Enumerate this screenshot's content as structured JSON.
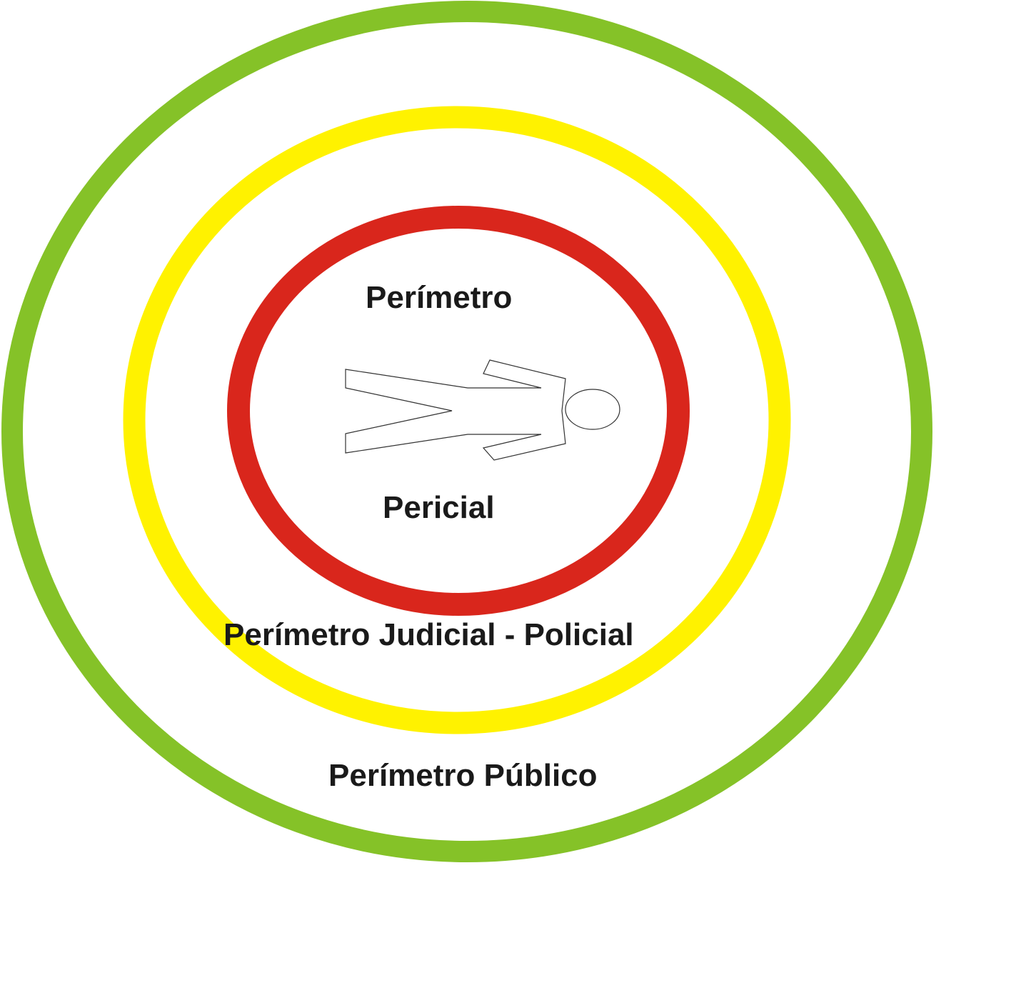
{
  "labels": {
    "inner_top": "Perímetro",
    "inner_bottom": "Pericial",
    "middle": "Perímetro Judicial - Policial",
    "outer": "Perímetro Público"
  },
  "colors": {
    "outer_ring": "#85c228",
    "middle_ring": "#fff200",
    "inner_ring": "#d9261c",
    "figure_outline": "#333333"
  }
}
